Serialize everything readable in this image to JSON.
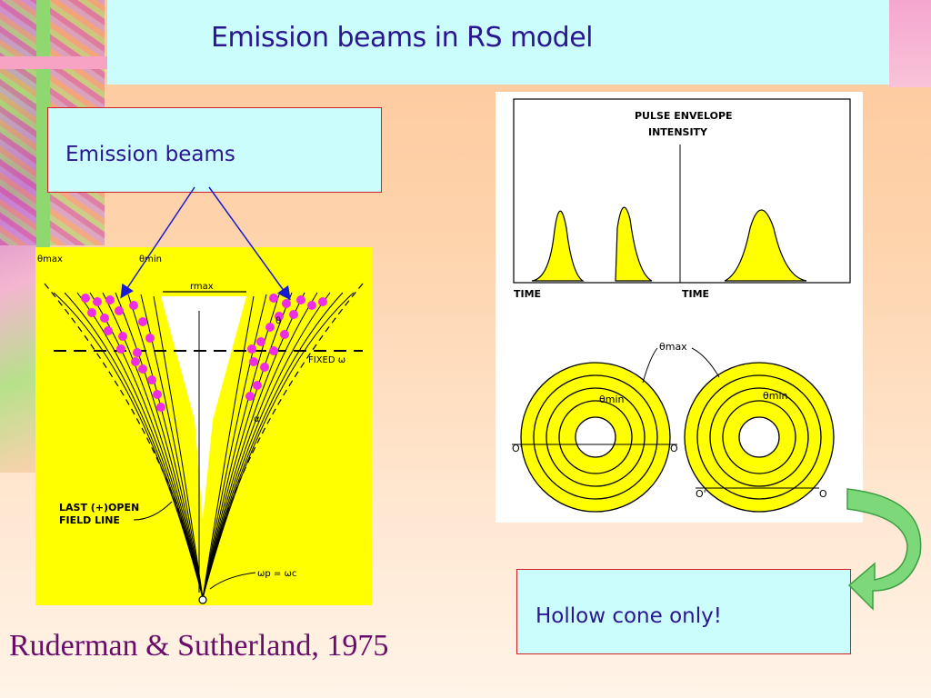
{
  "slide": {
    "title": "Emission beams in RS model",
    "callout_top": "Emission beams",
    "callout_bottom": "Hollow cone only!",
    "citation": "Ruderman & Sutherland, 1975"
  },
  "left_figure": {
    "labels": {
      "theta_max": "θmax",
      "theta_min": "θmin",
      "r_max": "rmax",
      "fixed_omega": "FIXED ω",
      "theta": "θ",
      "alpha": "α",
      "open_field_line_1": "LAST (+)OPEN",
      "open_field_line_2": "FIELD LINE",
      "omega_eq": "ωp = ωc"
    }
  },
  "right_figure": {
    "labels": {
      "envelope_1": "PULSE ENVELOPE",
      "envelope_2": "INTENSITY",
      "time_left": "TIME",
      "time_right": "TIME",
      "theta_max": "θmax",
      "theta_min_left": "θmin",
      "theta_min_right": "θmin",
      "o_prime_left": "O'",
      "o_left": "O",
      "o_prime_right": "O'",
      "o_right": "O"
    }
  },
  "colors": {
    "title_bg": "#ccfdfd",
    "title_text": "#2a1690",
    "figure_yellow": "#ffff00",
    "dots": "#ee2ee6",
    "arrow_blue": "#1a1ad0",
    "green_arrow": "#7dd87a"
  }
}
